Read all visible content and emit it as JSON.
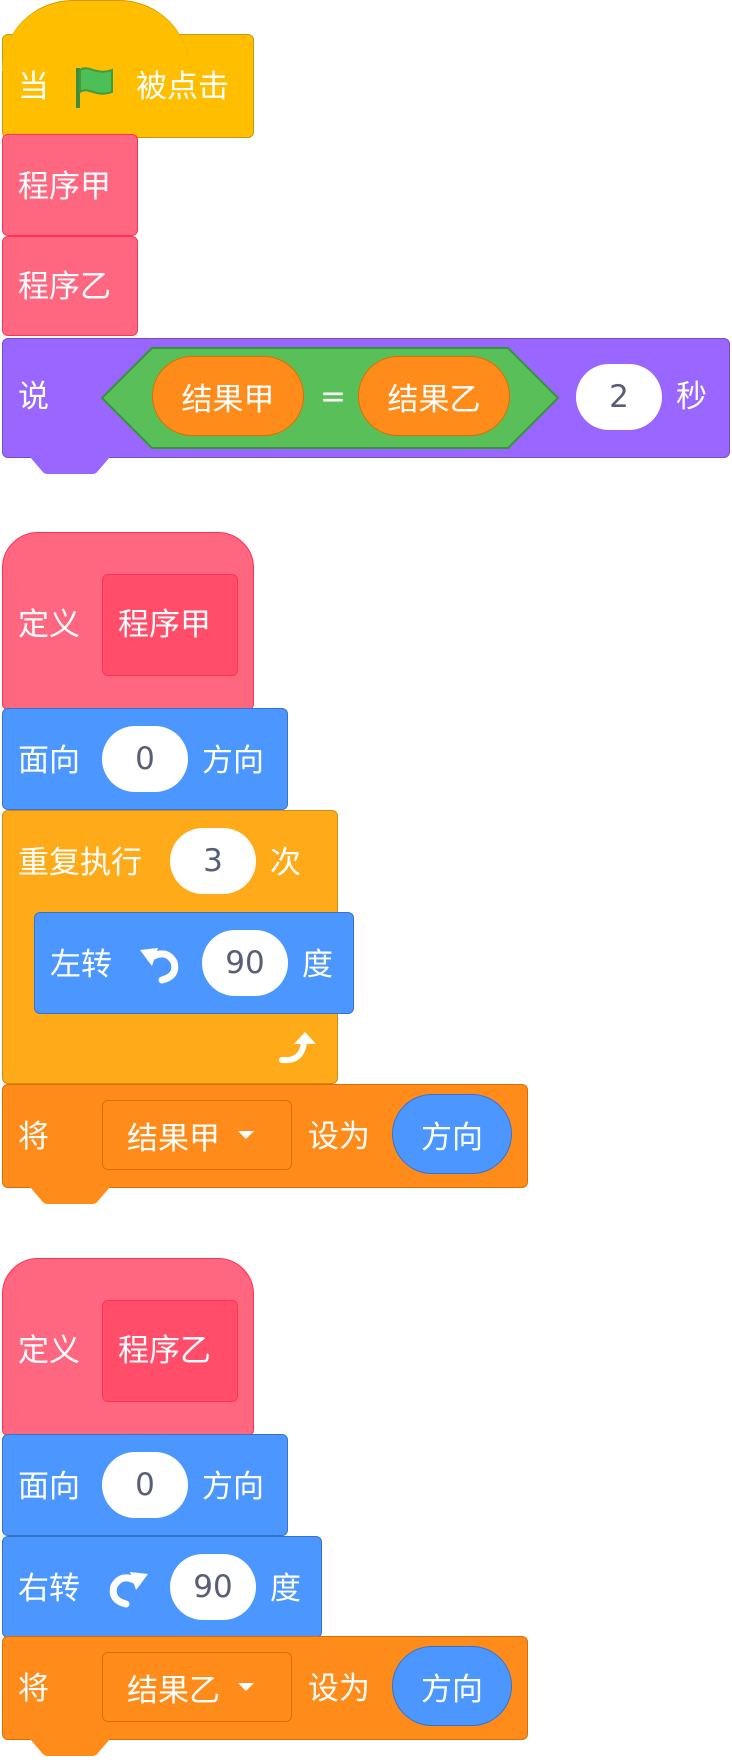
{
  "script1": {
    "hat": {
      "when_text": "当",
      "clicked_text": "被点击",
      "flag_icon": "green-flag-icon"
    },
    "proc_a_call": "程序甲",
    "proc_b_call": "程序乙",
    "say": {
      "say_text": "说",
      "left_reporter": "结果甲",
      "operator": "=",
      "right_reporter": "结果乙",
      "seconds_value": "2",
      "seconds_unit": "秒"
    }
  },
  "script2": {
    "define_text": "定义",
    "proc_name": "程序甲",
    "point": {
      "label": "面向",
      "value": "0",
      "suffix": "方向"
    },
    "repeat": {
      "label": "重复执行",
      "value": "3",
      "suffix": "次",
      "loop_icon": "loop-arrow-icon"
    },
    "turn": {
      "label": "左转",
      "icon": "rotate-left-icon",
      "value": "90",
      "suffix": "度"
    },
    "set": {
      "label": "将",
      "variable": "结果甲",
      "to_text": "设为",
      "reporter": "方向"
    }
  },
  "script3": {
    "define_text": "定义",
    "proc_name": "程序乙",
    "point": {
      "label": "面向",
      "value": "0",
      "suffix": "方向"
    },
    "turn": {
      "label": "右转",
      "icon": "rotate-right-icon",
      "value": "90",
      "suffix": "度"
    },
    "set": {
      "label": "将",
      "variable": "结果乙",
      "to_text": "设为",
      "reporter": "方向"
    }
  },
  "colors": {
    "events": "#ffbf00",
    "custom": "#ff6680",
    "custom_dark": "#ff4d6a",
    "looks": "#9966ff",
    "operators": "#59c059",
    "variables": "#ff8c1a",
    "motion": "#4c97ff",
    "control": "#ffab19"
  }
}
